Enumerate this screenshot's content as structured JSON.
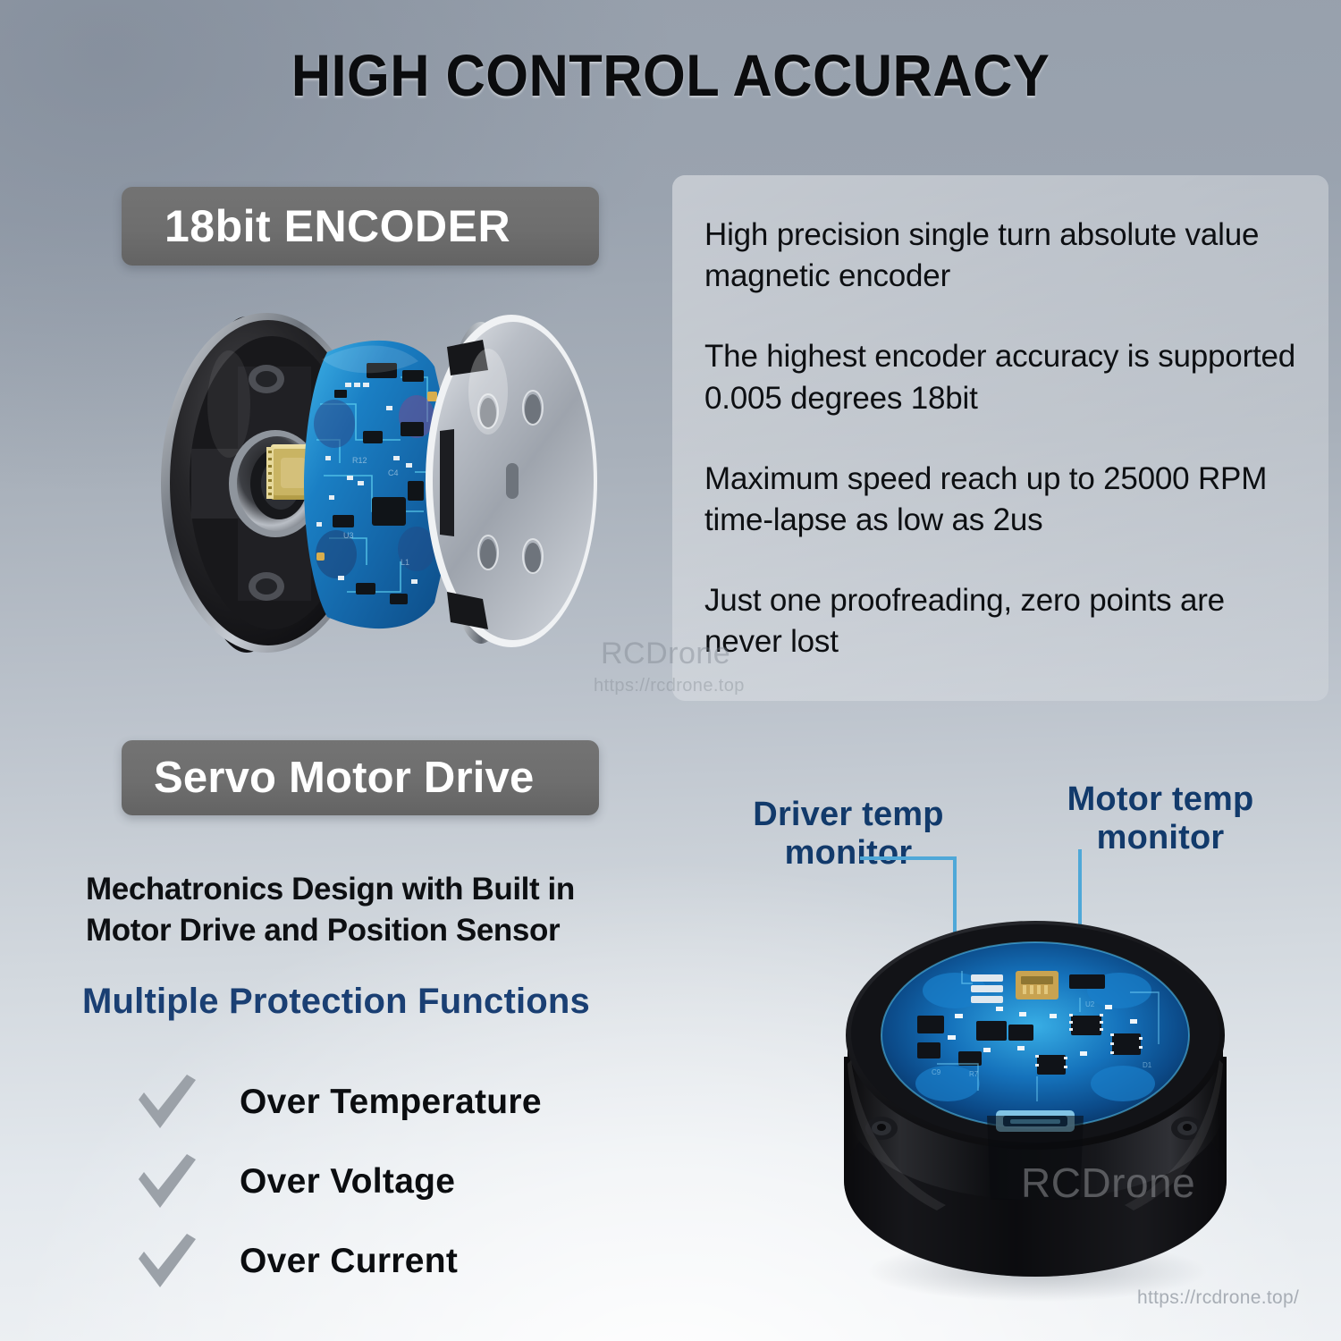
{
  "page": {
    "title": "HIGH CONTROL ACCURACY",
    "brand_accent": "#123a6b",
    "badge_color": "#6e6e6e",
    "leader_color": "#4fa8d8"
  },
  "encoder_section": {
    "badge_label": "18bit ENCODER",
    "image_name": "encoder-exploded-view",
    "paragraphs": [
      "High precision single turn absolute value magnetic encoder",
      "The highest encoder accuracy is supported 0.005 degrees 18bit",
      "Maximum speed reach up to 25000 RPM time-lapse as low as 2us",
      "Just one proofreading, zero points are never lost"
    ]
  },
  "servo_section": {
    "badge_label": "Servo Motor Drive",
    "description": "Mechatronics Design with Built in Motor Drive and Position Sensor",
    "protection_heading": "Multiple Protection Functions",
    "protections": [
      {
        "label": "Over Temperature",
        "icon": "check-icon"
      },
      {
        "label": "Over Voltage",
        "icon": "check-icon"
      },
      {
        "label": "Over Current",
        "icon": "check-icon"
      }
    ],
    "image_name": "servo-motor-drive-photo",
    "callouts": [
      {
        "label": "Driver temp monitor"
      },
      {
        "label": "Motor temp monitor"
      }
    ]
  },
  "watermarks": {
    "center_brand": "RCDrone",
    "center_url": "https://rcdrone.top",
    "product_brand": "RCDrone",
    "bottom_url": "https://rcdrone.top/"
  }
}
